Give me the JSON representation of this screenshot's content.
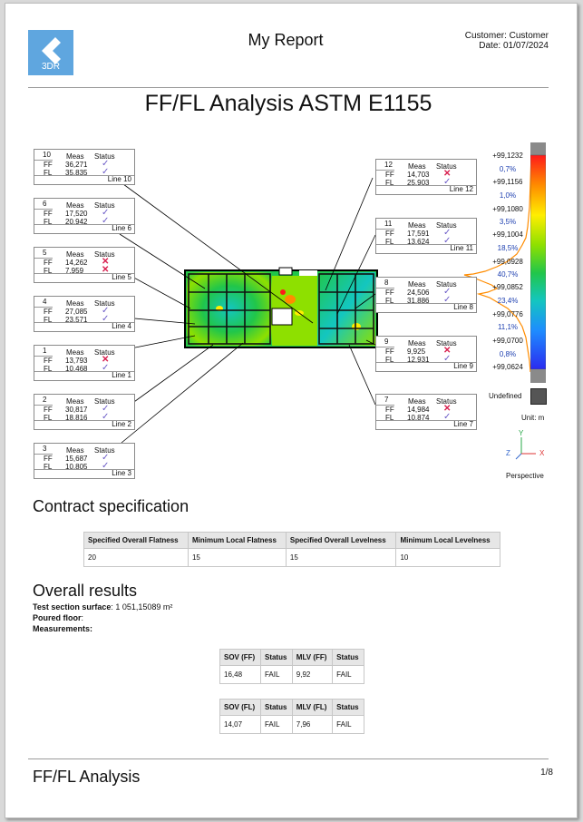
{
  "header": {
    "logo_text": "3DR",
    "report_title": "My Report",
    "customer_line": "Customer: Customer",
    "date_line": "Date: 01/07/2024"
  },
  "title": "FF/FL Analysis ASTM E1155",
  "columns": {
    "meas": "Meas",
    "status": "Status",
    "ff": "FF",
    "fl": "FL"
  },
  "measurement_boxes": [
    {
      "id": "10",
      "ff": "36,271",
      "fl": "35,835",
      "ff_status": "pass",
      "fl_status": "pass",
      "line": "Line 10"
    },
    {
      "id": "6",
      "ff": "17,520",
      "fl": "20,942",
      "ff_status": "pass",
      "fl_status": "pass",
      "line": "Line 6"
    },
    {
      "id": "5",
      "ff": "14,262",
      "fl": "7,959",
      "ff_status": "fail",
      "fl_status": "fail",
      "line": "Line 5"
    },
    {
      "id": "4",
      "ff": "27,085",
      "fl": "23,571",
      "ff_status": "pass",
      "fl_status": "pass",
      "line": "Line 4"
    },
    {
      "id": "1",
      "ff": "13,793",
      "fl": "10,468",
      "ff_status": "fail",
      "fl_status": "pass",
      "line": "Line 1"
    },
    {
      "id": "2",
      "ff": "30,817",
      "fl": "18,816",
      "ff_status": "pass",
      "fl_status": "pass",
      "line": "Line 2"
    },
    {
      "id": "3",
      "ff": "15,687",
      "fl": "10,805",
      "ff_status": "pass",
      "fl_status": "pass",
      "line": "Line 3"
    },
    {
      "id": "12",
      "ff": "14,703",
      "fl": "25,903",
      "ff_status": "fail",
      "fl_status": "pass",
      "line": "Line 12"
    },
    {
      "id": "11",
      "ff": "17,591",
      "fl": "13,624",
      "ff_status": "pass",
      "fl_status": "pass",
      "line": "Line 11"
    },
    {
      "id": "8",
      "ff": "24,506",
      "fl": "31,886",
      "ff_status": "pass",
      "fl_status": "pass",
      "line": "Line 8"
    },
    {
      "id": "9",
      "ff": "9,925",
      "fl": "12,931",
      "ff_status": "fail",
      "fl_status": "pass",
      "line": "Line 9"
    },
    {
      "id": "7",
      "ff": "14,984",
      "fl": "10,874",
      "ff_status": "fail",
      "fl_status": "pass",
      "line": "Line 7"
    }
  ],
  "scale": {
    "levels": [
      "+99,1232",
      "+99,1156",
      "+99,1080",
      "+99,1004",
      "+99,0928",
      "+99,0852",
      "+99,0776",
      "+99,0700",
      "+99,0624"
    ],
    "percents": [
      "0,7%",
      "1,0%",
      "3,5%",
      "18,5%",
      "40,7%",
      "23,4%",
      "11,1%",
      "0,8%"
    ],
    "undefined_label": "Undefined",
    "unit_label": "Unit: m",
    "axis_y": "Y",
    "axis_z": "Z",
    "axis_x": "X",
    "view_label": "Perspective",
    "colors": [
      "#ff1a1a",
      "#ff8c00",
      "#ffee00",
      "#8ee000",
      "#21c64a",
      "#13c6c0",
      "#1e8cff",
      "#2b2bf0",
      "#8a8a8a"
    ]
  },
  "contract": {
    "heading": "Contract specification",
    "headers": [
      "Specified Overall Flatness",
      "Minimum Local Flatness",
      "Specified Overall Levelness",
      "Minimum Local Levelness"
    ],
    "values": [
      "20",
      "15",
      "15",
      "10"
    ]
  },
  "overall": {
    "heading": "Overall results",
    "surface_label": "Test section surface",
    "surface_value": ": 1 051,15089 m²",
    "poured_label": "Poured floor",
    "poured_value": ":",
    "measurements_label": "Measurements:",
    "ff_table": {
      "headers": [
        "SOV (FF)",
        "Status",
        "MLV (FF)",
        "Status"
      ],
      "values": [
        "16,48",
        "FAIL",
        "9,92",
        "FAIL"
      ]
    },
    "fl_table": {
      "headers": [
        "SOV (FL)",
        "Status",
        "MLV (FL)",
        "Status"
      ],
      "values": [
        "14,07",
        "FAIL",
        "7,96",
        "FAIL"
      ]
    }
  },
  "footer": {
    "title": "FF/FL Analysis",
    "page": "1/8"
  }
}
